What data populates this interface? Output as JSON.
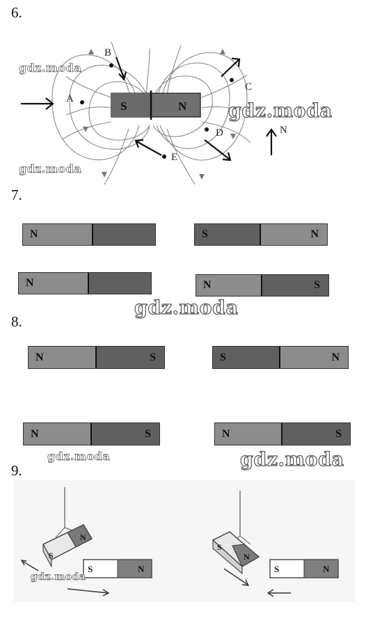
{
  "q6": {
    "number": "6.",
    "magnet": {
      "left_pole": "S",
      "right_pole": "N"
    },
    "points": [
      "A",
      "B",
      "C",
      "D",
      "E"
    ],
    "compass_label": "N"
  },
  "q7": {
    "number": "7.",
    "magnets": [
      {
        "left": "N",
        "right": ""
      },
      {
        "left": "S",
        "right": "N"
      },
      {
        "left": "N",
        "right": ""
      },
      {
        "left": "N",
        "right": "S"
      }
    ]
  },
  "q8": {
    "number": "8.",
    "magnets": [
      {
        "left": "N",
        "right": "S"
      },
      {
        "left": "S",
        "right": "N"
      },
      {
        "left": "N",
        "right": "S"
      },
      {
        "left": "N",
        "right": "S"
      }
    ]
  },
  "q9": {
    "number": "9.",
    "hanging_left": {
      "left": "S",
      "right": "N"
    },
    "hanging_right": {
      "left": "S",
      "right": "N"
    },
    "fixed_left": {
      "left": "S",
      "right": "N"
    },
    "fixed_right": {
      "left": "S",
      "right": "N"
    }
  },
  "watermark": "gdz.moda"
}
